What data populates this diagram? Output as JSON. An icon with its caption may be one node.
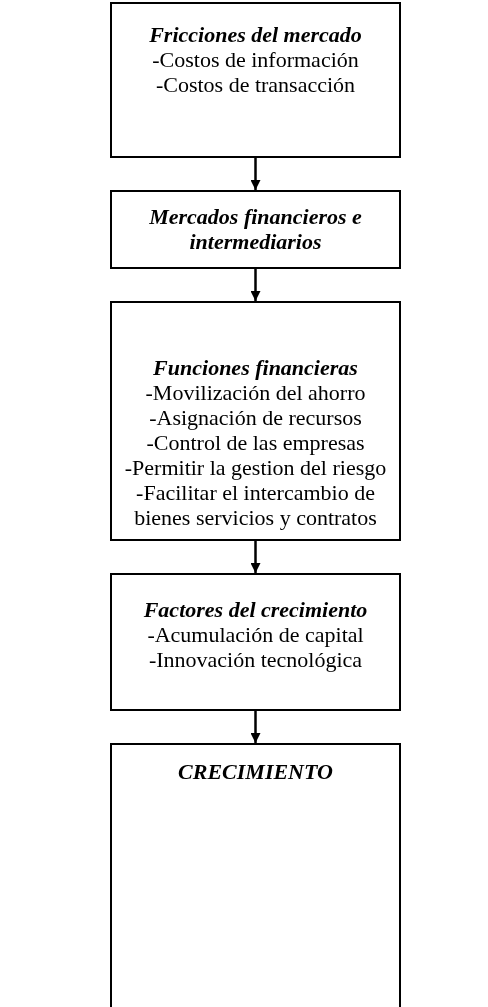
{
  "diagram": {
    "nodes": [
      {
        "text": [
          "Fricciones del mercado",
          "-Costos de información",
          "-Costos de transacción"
        ]
      },
      {
        "text": [
          "Mercados financieros e intermediarios"
        ]
      },
      {
        "text": [
          "Funciones financieras",
          "-Movilización del ahorro",
          "-Asignación de recursos",
          "-Control de las empresas",
          "-Permitir la gestion del riesgo",
          "-Facilitar el intercambio de bienes servicios y contratos"
        ]
      },
      {
        "text": [
          "Factores del crecimiento",
          "-Acumulación de capital",
          "-Innovación tecnológica"
        ]
      },
      {
        "text": [
          "CRECIMIENTO"
        ]
      }
    ],
    "edges": [
      {
        "from": 0,
        "to": 1,
        "arrow": "to"
      },
      {
        "from": 1,
        "to": 2,
        "arrow": "to"
      },
      {
        "from": 2,
        "to": 3,
        "arrow": "to"
      },
      {
        "from": 3,
        "to": 4,
        "arrow": "to"
      }
    ]
  }
}
